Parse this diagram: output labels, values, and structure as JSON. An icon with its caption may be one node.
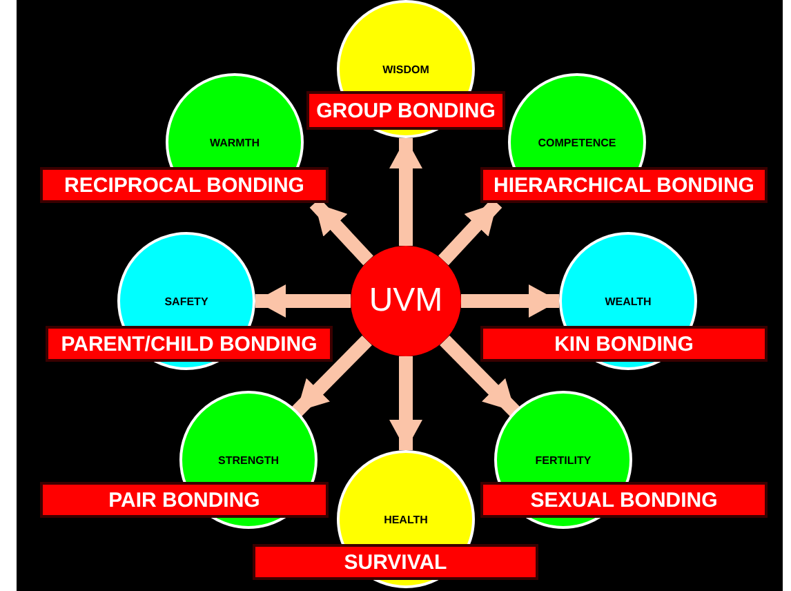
{
  "diagram": {
    "nodes": [
      {
        "text": [
          "WISDOM"
        ]
      },
      {
        "text": [
          "GROUP BONDING"
        ]
      },
      {
        "text": [
          "WARMTH"
        ]
      },
      {
        "text": [
          "RECIPROCAL BONDING"
        ]
      },
      {
        "text": [
          "COMPETENCE"
        ]
      },
      {
        "text": [
          "HIERARCHICAL BONDING"
        ]
      },
      {
        "text": [
          "SAFETY"
        ]
      },
      {
        "text": [
          "PARENT/CHILD BONDING"
        ]
      },
      {
        "text": [
          "UVM"
        ]
      },
      {
        "text": [
          "WEALTH"
        ]
      },
      {
        "text": [
          "KIN BONDING"
        ]
      },
      {
        "text": [
          "STRENGTH"
        ]
      },
      {
        "text": [
          "PAIR BONDING"
        ]
      },
      {
        "text": [
          "FERTILITY"
        ]
      },
      {
        "text": [
          "SEXUAL BONDING"
        ]
      },
      {
        "text": [
          "HEALTH"
        ]
      },
      {
        "text": [
          "SURVIVAL"
        ]
      }
    ],
    "edges": [
      {
        "from": 8,
        "to": 0,
        "arrow": "to"
      },
      {
        "from": 8,
        "to": 3,
        "arrow": "to"
      },
      {
        "from": 8,
        "to": 5,
        "arrow": "to"
      },
      {
        "from": 8,
        "to": 6,
        "arrow": "to"
      },
      {
        "from": 8,
        "to": 9,
        "arrow": "to"
      },
      {
        "from": 8,
        "to": 11,
        "arrow": "to"
      },
      {
        "from": 8,
        "to": 13,
        "arrow": "to"
      },
      {
        "from": 8,
        "to": 15,
        "arrow": "to"
      }
    ]
  }
}
